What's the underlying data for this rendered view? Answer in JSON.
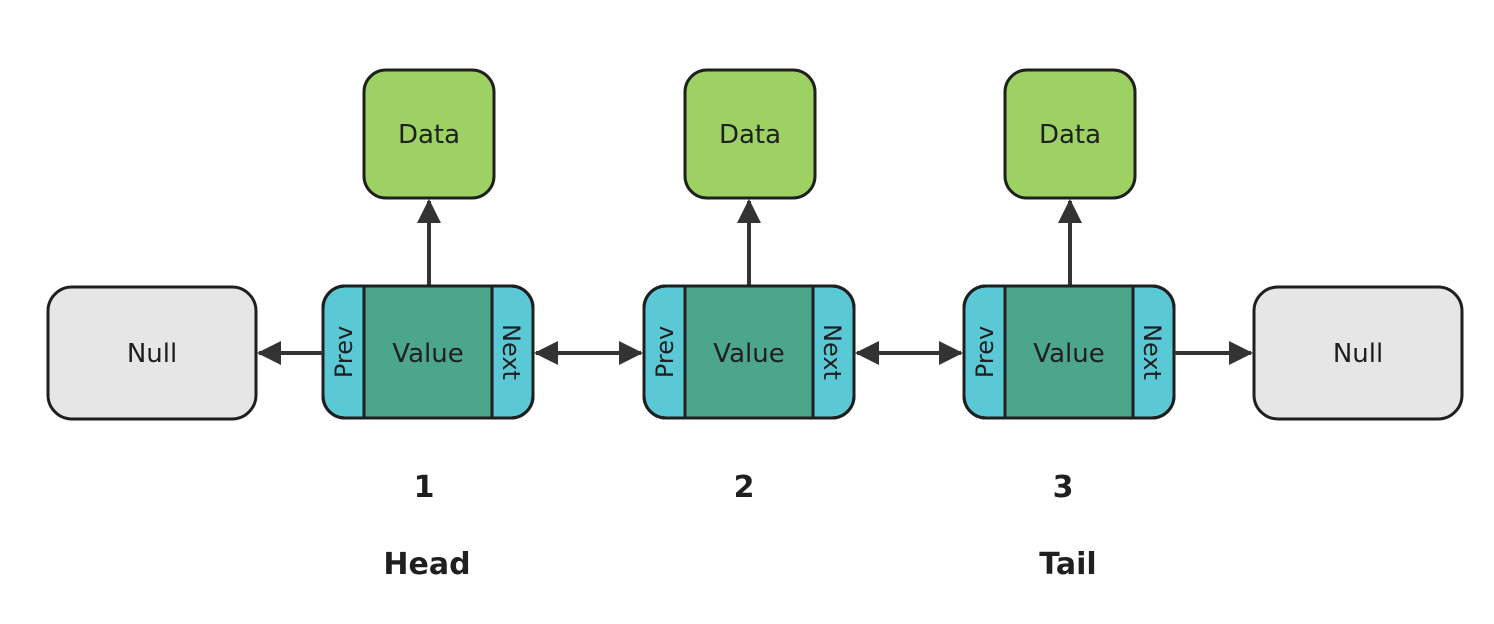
{
  "colors": {
    "data_box": "#9ed163",
    "node_value": "#4ca68c",
    "node_pointer": "#5bc8d5",
    "null_box": "#e6e6e6",
    "stroke": "#1f1f1f",
    "arrow": "#333333"
  },
  "null_left": {
    "label": "Null"
  },
  "null_right": {
    "label": "Null"
  },
  "nodes": [
    {
      "data_label": "Data",
      "prev_label": "Prev",
      "value_label": "Value",
      "next_label": "Next",
      "index": "1",
      "role": "Head"
    },
    {
      "data_label": "Data",
      "prev_label": "Prev",
      "value_label": "Value",
      "next_label": "Next",
      "index": "2",
      "role": ""
    },
    {
      "data_label": "Data",
      "prev_label": "Prev",
      "value_label": "Value",
      "next_label": "Next",
      "index": "3",
      "role": "Tail"
    }
  ]
}
